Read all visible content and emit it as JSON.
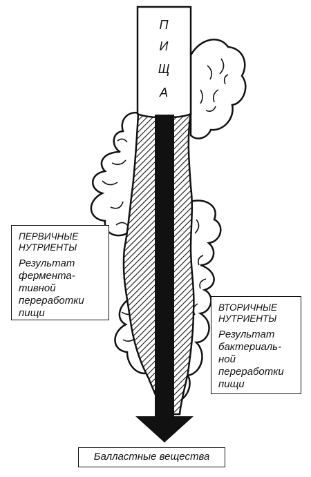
{
  "food_tube": {
    "letters": [
      "П",
      "И",
      "Щ",
      "А"
    ]
  },
  "primary": {
    "title_lines": [
      "ПЕРВИЧНЫЕ",
      "НУТРИЕНТЫ"
    ],
    "desc_lines": [
      "Результат",
      "фермента-",
      "тивной",
      "переработки",
      "пищи"
    ]
  },
  "secondary": {
    "title_lines": [
      "ВТОРИЧНЫЕ",
      "НУТРИЕНТЫ"
    ],
    "desc_lines": [
      "Результат",
      "бактериаль-",
      "ной",
      "переработки",
      "пищи"
    ]
  },
  "bottom_label": "Балластные вещества",
  "colors": {
    "ink": "#111111",
    "paper": "#ffffff"
  }
}
